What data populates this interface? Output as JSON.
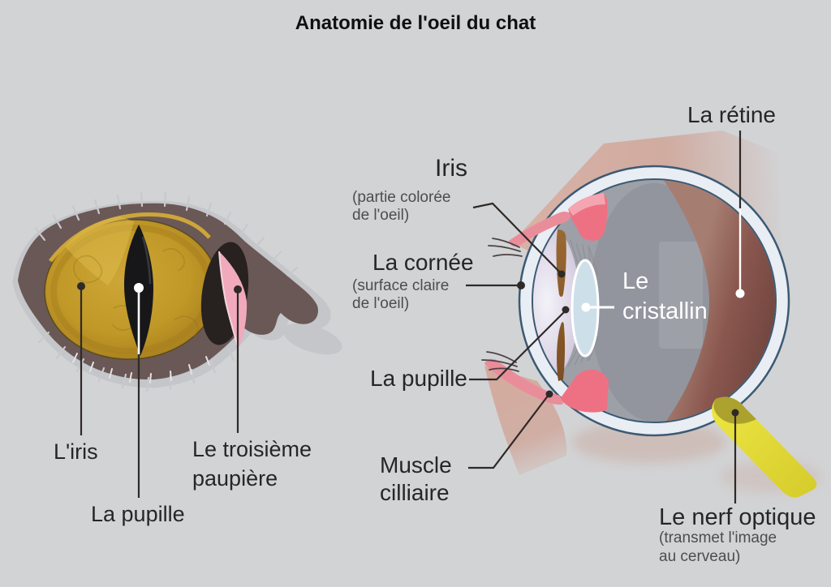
{
  "title": "Anatomie de l'oeil du chat",
  "left_figure": {
    "name": "external-cat-eye",
    "iris_label": "L'iris",
    "pupil_label": "La pupille",
    "third_eyelid_label_line1": "Le troisième",
    "third_eyelid_label_line2": "paupière"
  },
  "right_figure": {
    "name": "eye-cross-section",
    "iris_label": "Iris",
    "iris_note_line1": "(partie colorée",
    "iris_note_line2": "de l'oeil)",
    "cornea_label": "La cornée",
    "cornea_note_line1": "(surface claire",
    "cornea_note_line2": "de l'oeil)",
    "pupil_label": "La pupille",
    "ciliary_muscle_label_line1": "Muscle",
    "ciliary_muscle_label_line2": "cilliaire",
    "lens_label_line1": "Le",
    "lens_label_line2": "cristallin",
    "retina_label": "La rétine",
    "optic_nerve_label": "Le nerf optique",
    "optic_nerve_note_line1": "(transmet l'image",
    "optic_nerve_note_line2": "au cerveau)"
  },
  "colors": {
    "background": "#d2d3d5",
    "cat_iris_gold": "#c49d2e",
    "pupil_black": "#17171a",
    "third_eyelid_pink": "#f0aabc",
    "eyelid_fur": "#6a5856",
    "sclera_ring": "#e9edf4",
    "eye_outline": "#3c5a73",
    "vitreous_gray": "#9da0a7",
    "retina_maroon": "#8a574f",
    "ciliary_pink": "#ee7183",
    "iris_brown": "#8a5a2b",
    "lens_blue": "#cde0ea",
    "skin_tan": "#d6b0a4",
    "optic_nerve_yellow": "#e6de38"
  }
}
